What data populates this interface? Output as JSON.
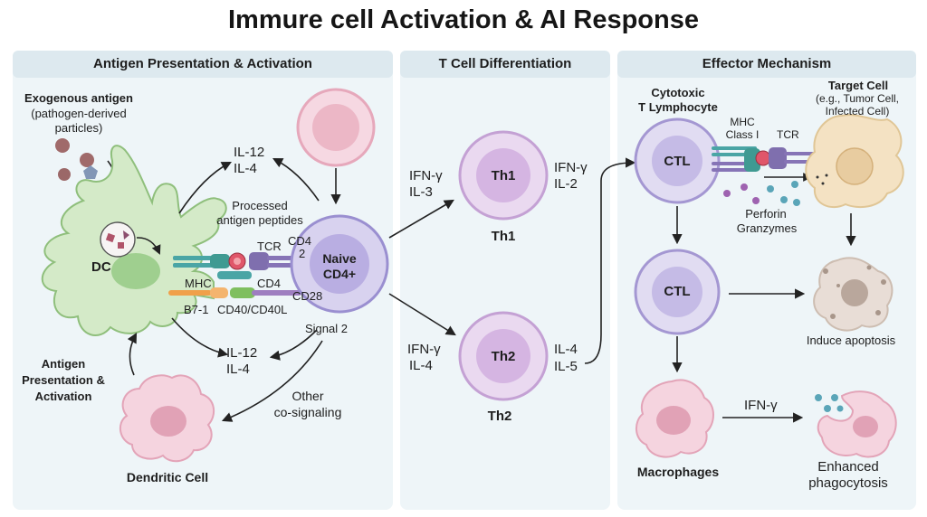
{
  "title": "Immure cell Activation & AI Response",
  "panels": {
    "antigen": "Antigen Presentation & Activation",
    "tcell": "T Cell Differentiation",
    "effector": "Effector Mechanism"
  },
  "antigen_panel": {
    "exogenous_title": "Exogenous antigen",
    "exogenous_sub1": "(pathogen-derived",
    "exogenous_sub2": "particles)",
    "dc": "DC",
    "il12_top": "IL-12",
    "il4_top": "IL-4",
    "processed1": "Processed",
    "processed2": "antigen peptides",
    "tcr": "TCR",
    "mhc": "MHC",
    "cd4": "CD4",
    "cd4_2a": "CD4",
    "cd4_2b": "2",
    "naive1": "Naive",
    "naive2": "CD4+",
    "b71": "B7-1",
    "cd40": "CD40/CD40L",
    "cd28": "CD28",
    "signal2": "Signal 2",
    "il12_bot": "IL-12",
    "il4_bot": "IL-4",
    "app1": "Antigen",
    "app2": "Presentation &",
    "app3": "Activation",
    "other1": "Other",
    "other2": "co-signaling",
    "dendritic": "Dendritic Cell"
  },
  "tcell_panel": {
    "ifn_th1_left": "IFN-γ",
    "il3": "IL-3",
    "th1": "Th1",
    "th1_caption": "Th1",
    "ifn_th1_right": "IFN-γ",
    "il2": "IL-2",
    "ifn_th2_left": "IFN-γ",
    "il4_left": "IL-4",
    "th2": "Th2",
    "th2_caption": "Th2",
    "il4_right": "IL-4",
    "il5": "IL-5"
  },
  "effector_panel": {
    "cyto1": "Cytotoxic",
    "cyto2": "T Lymphocyte",
    "ctl_top": "CTL",
    "mhc1": "MHC",
    "mhc2": "Class I",
    "tcr": "TCR",
    "target_title": "Target Cell",
    "target_sub1": "(e.g., Tumor Cell,",
    "target_sub2": "Infected Cell)",
    "perforin": "Perforin",
    "granzymes": "Granzymes",
    "ctl_mid": "CTL",
    "apoptosis": "Induce apoptosis",
    "ifn": "IFN-γ",
    "macrophages": "Macrophages",
    "enhanced1": "Enhanced",
    "enhanced2": "phagocytosis"
  },
  "colors": {
    "panel_bg": "#eef5f8",
    "panel_head": "#dde9ef",
    "dc_fill": "#d4eac8",
    "dc_stroke": "#8fbf7c",
    "naive_fill": "#cfc7ea",
    "th_fill": "#e4d2ee",
    "ctl_fill": "#d9d2ee",
    "pink_fill": "#f3cfdb",
    "target_fill": "#f4e2c3"
  }
}
